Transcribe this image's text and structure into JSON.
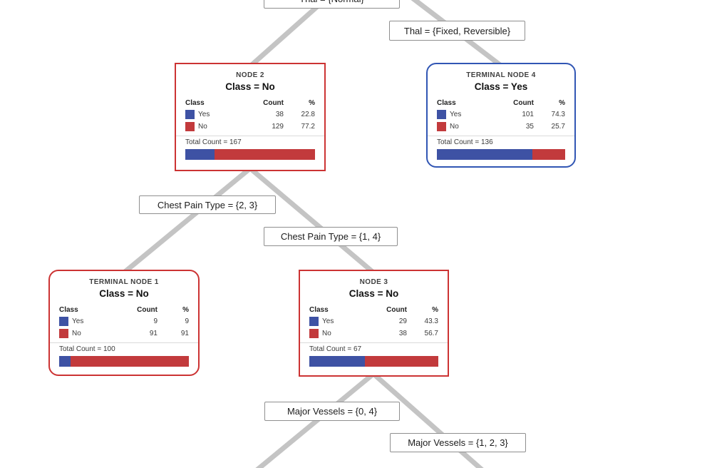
{
  "colors": {
    "yes_blue": "#3E52A4",
    "no_red": "#C23A3C",
    "internal_node_border_red": "#CC3333",
    "terminal_yes_border_blue": "#3156B4",
    "terminal_no_border_red": "#CC3333",
    "connector_gray": "#C4C4C4"
  },
  "table": {
    "class_header": "Class",
    "count_header": "Count",
    "pct_header": "%",
    "yes_label": "Yes",
    "no_label": "No"
  },
  "edge_labels": {
    "root": "Thal = {Normal}",
    "thal_fixed": "Thal = {Fixed, Reversible}",
    "cpt_23": "Chest Pain Type = {2, 3}",
    "cpt_14": "Chest Pain Type = {1, 4}",
    "mv_04": "Major Vessels = {0, 4}",
    "mv_123": "Major Vessels = {1, 2, 3}"
  },
  "nodes": [
    {
      "title": "NODE 2",
      "class_label": "Class = No",
      "rows": [
        {
          "label": "Yes",
          "count": "38",
          "pct": "22.8"
        },
        {
          "label": "No",
          "count": "129",
          "pct": "77.2"
        }
      ],
      "total_label": "Total Count = 167",
      "yes_pct_num": 22.8,
      "border_color": "#CC3333"
    },
    {
      "title": "TERMINAL NODE 4",
      "class_label": "Class = Yes",
      "rows": [
        {
          "label": "Yes",
          "count": "101",
          "pct": "74.3"
        },
        {
          "label": "No",
          "count": "35",
          "pct": "25.7"
        }
      ],
      "total_label": "Total Count = 136",
      "yes_pct_num": 74.3,
      "border_color": "#3156B4"
    },
    {
      "title": "TERMINAL NODE 1",
      "class_label": "Class = No",
      "rows": [
        {
          "label": "Yes",
          "count": "9",
          "pct": "9"
        },
        {
          "label": "No",
          "count": "91",
          "pct": "91"
        }
      ],
      "total_label": "Total Count = 100",
      "yes_pct_num": 9,
      "border_color": "#CC3333"
    },
    {
      "title": "NODE 3",
      "class_label": "Class = No",
      "rows": [
        {
          "label": "Yes",
          "count": "29",
          "pct": "43.3"
        },
        {
          "label": "No",
          "count": "38",
          "pct": "56.7"
        }
      ],
      "total_label": "Total Count = 67",
      "yes_pct_num": 43.3,
      "border_color": "#CC3333"
    }
  ]
}
